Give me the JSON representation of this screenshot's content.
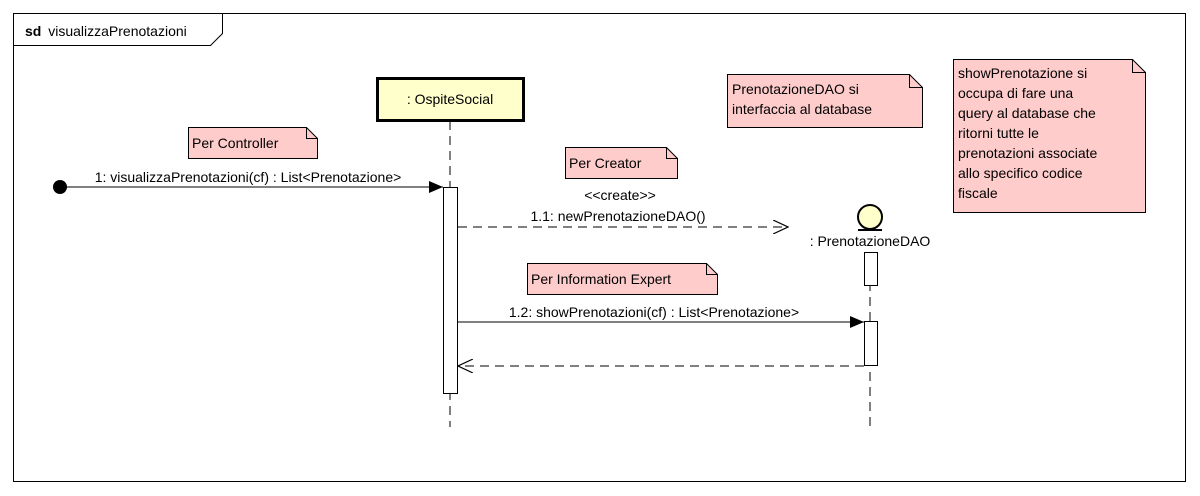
{
  "frame": {
    "keyword": "sd",
    "name": "visualizzaPrenotazioni"
  },
  "lifelines": {
    "ospite": {
      "label": ": OspiteSocial"
    },
    "dao": {
      "label": ": PrenotazioneDAO"
    }
  },
  "messages": {
    "m1": "1: visualizzaPrenotazioni(cf) : List<Prenotazione>",
    "m11_stereotype": "<<create>>",
    "m11": "1.1: newPrenotazioneDAO()",
    "m12": "1.2: showPrenotazioni(cf) : List<Prenotazione>"
  },
  "notes": {
    "controller": [
      "Per Controller"
    ],
    "creator": [
      "Per Creator"
    ],
    "expert": [
      "Per Information Expert"
    ],
    "dao_db": [
      "PrenotazioneDAO si",
      "interfaccia al database"
    ],
    "show": [
      "showPrenotazione si",
      "occupa di fare una",
      "query al database che",
      "ritorni tutte le",
      "prenotazioni associate",
      "allo specifico codice",
      "fiscale"
    ]
  },
  "colors": {
    "note_fill": "#ffcccc",
    "lifeline_head_fill": "#ffffcc",
    "entity_fill": "#ffffcc",
    "stroke": "#000000"
  }
}
